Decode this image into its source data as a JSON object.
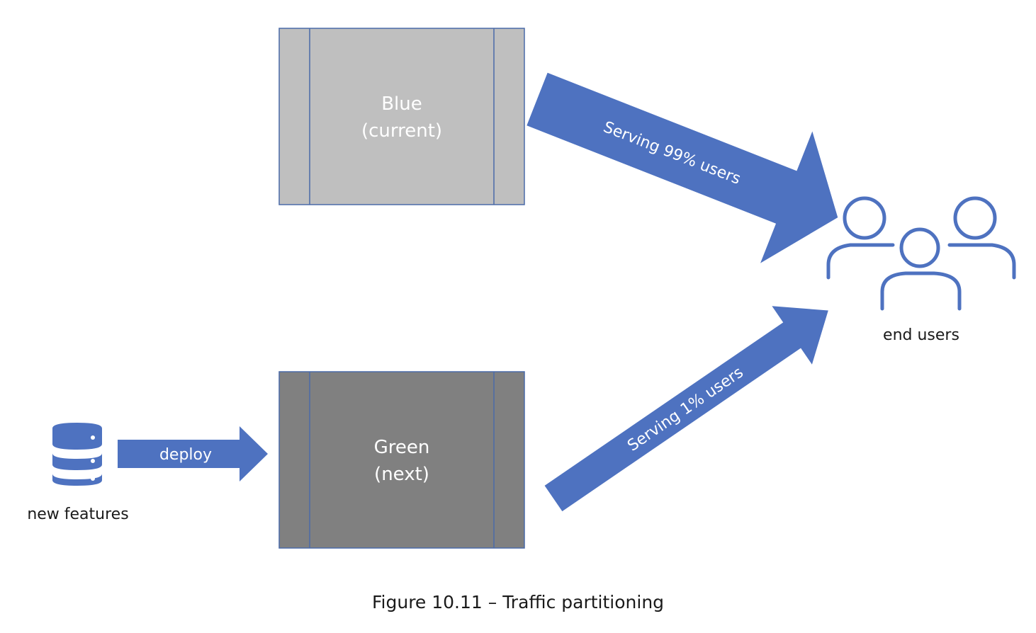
{
  "blue_box": {
    "line1": "Blue",
    "line2": "(current)",
    "fill": "#bfbfbf",
    "border": "#4a6aa8"
  },
  "green_box": {
    "line1": "Green",
    "line2": "(next)",
    "fill": "#808080",
    "border": "#4a6aa8"
  },
  "deploy_arrow": {
    "label": "deploy"
  },
  "arrow_to_users_top": {
    "label": "Serving 99% users"
  },
  "arrow_to_users_bottom": {
    "label": "Serving 1% users"
  },
  "source": {
    "label": "new features",
    "icon": "database-icon"
  },
  "users": {
    "label": "end users",
    "icon": "users-icon"
  },
  "caption": "Figure 10.11 – Traffic partitioning",
  "colors": {
    "accent": "#4e72c0",
    "text": "#1a1a1a"
  }
}
